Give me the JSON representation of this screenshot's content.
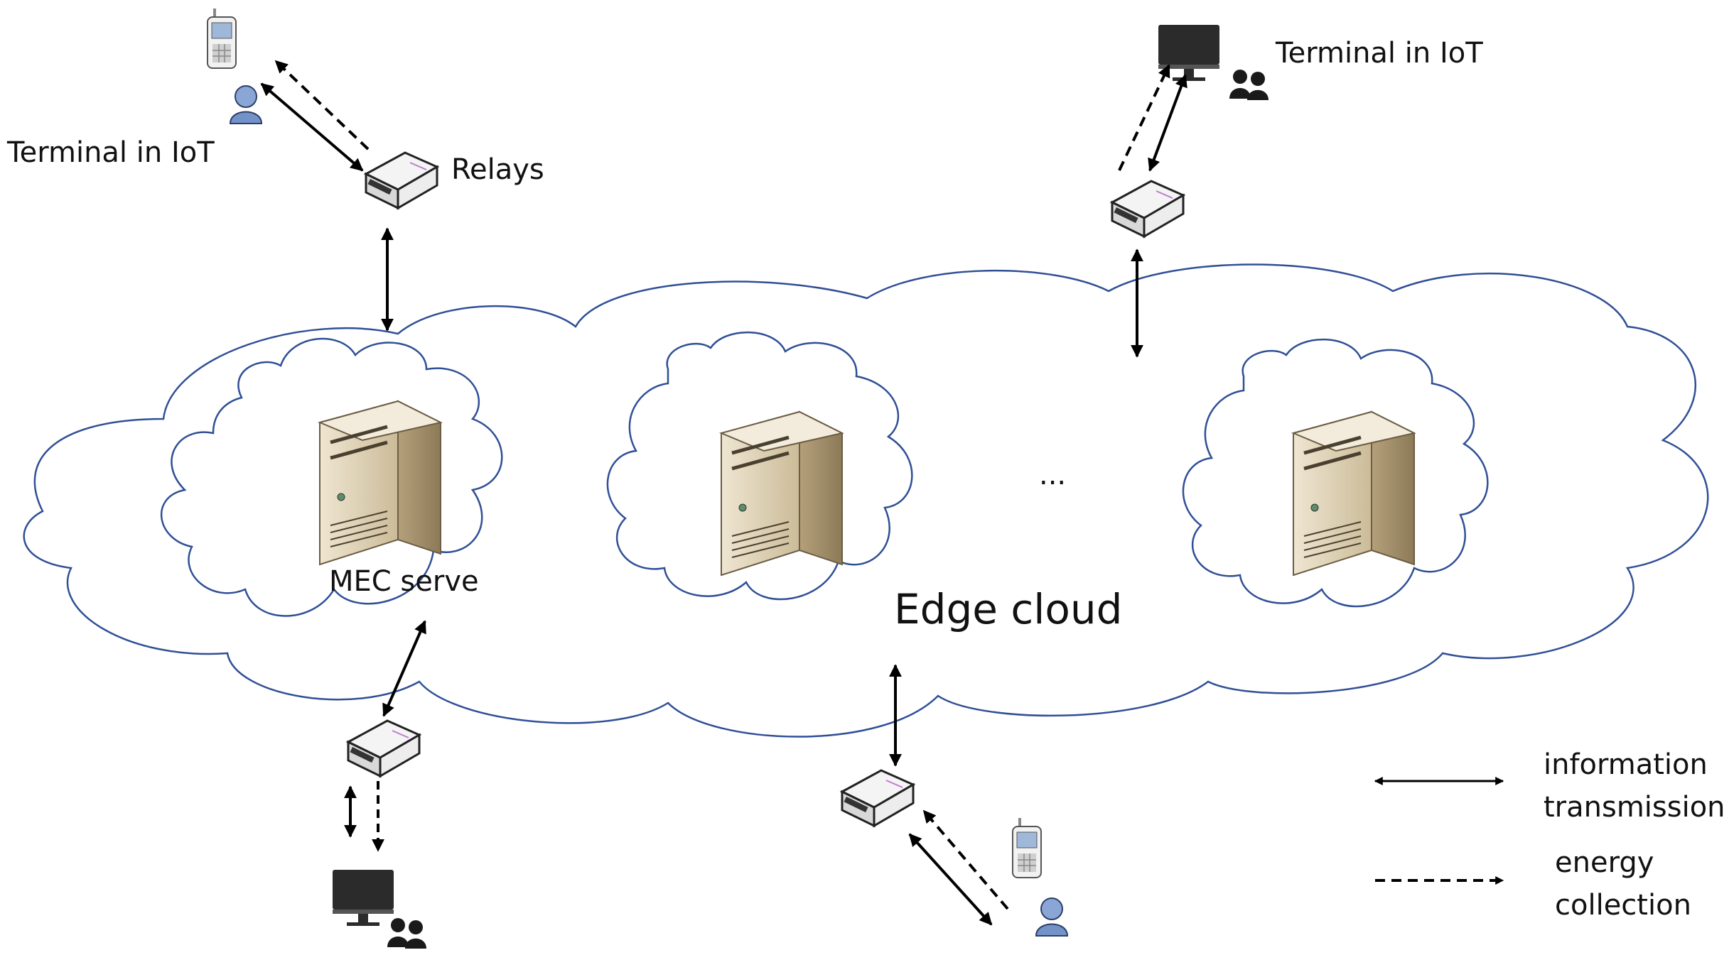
{
  "labels": {
    "terminal_top_left": "Terminal in IoT",
    "terminal_top_right": "Terminal in IoT",
    "relays": "Relays",
    "mec_server": "MEC serve",
    "ellipsis": "...",
    "edge_cloud": "Edge cloud"
  },
  "legend": {
    "info_line1": "information",
    "info_line2": "transmission",
    "energy_line1": "energy",
    "energy_line2": "collection"
  },
  "colors": {
    "cloud_stroke": "#2f4f96",
    "server_body": "#d8cbb0",
    "server_side": "#a89676",
    "line": "#000000",
    "person": "#7f9ccc",
    "monitor": "#2a2a2a"
  },
  "icons": {
    "server": "server-icon",
    "relay": "relay-icon",
    "phone": "phone-icon",
    "person": "person-icon",
    "monitor": "monitor-icon",
    "group": "group-icon"
  }
}
